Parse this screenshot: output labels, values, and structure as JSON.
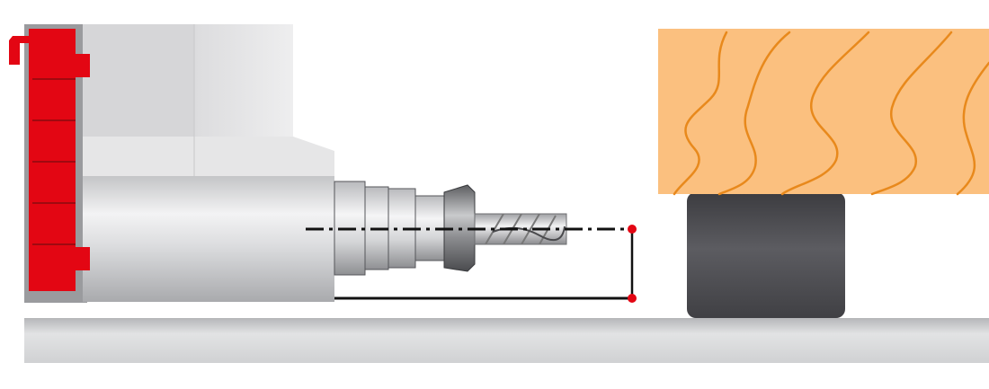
{
  "diagram": {
    "components": [
      {
        "name": "machine-frame",
        "role": "grey column"
      },
      {
        "name": "red-guard",
        "role": "red rail"
      },
      {
        "name": "spindle-housing",
        "role": "cylinder"
      },
      {
        "name": "collet-chuck",
        "role": "tool holder"
      },
      {
        "name": "drill-bit",
        "role": "cutting tool"
      },
      {
        "name": "wood-workpiece",
        "role": "timber"
      },
      {
        "name": "support-block",
        "role": "dark grey pad"
      },
      {
        "name": "machine-bed",
        "role": "base rail"
      },
      {
        "name": "centerline",
        "role": "dash-dot axis"
      },
      {
        "name": "reference-markers",
        "role": "red points"
      }
    ],
    "colors": {
      "red": "#e30613",
      "wood": "#fbc07f",
      "wood_grain": "#e8891c",
      "block": "#4d4d52",
      "metal_light": "#f2f2f3",
      "metal_mid": "#cfd0d2",
      "metal_dark": "#9a9b9e",
      "line": "#111111"
    }
  }
}
